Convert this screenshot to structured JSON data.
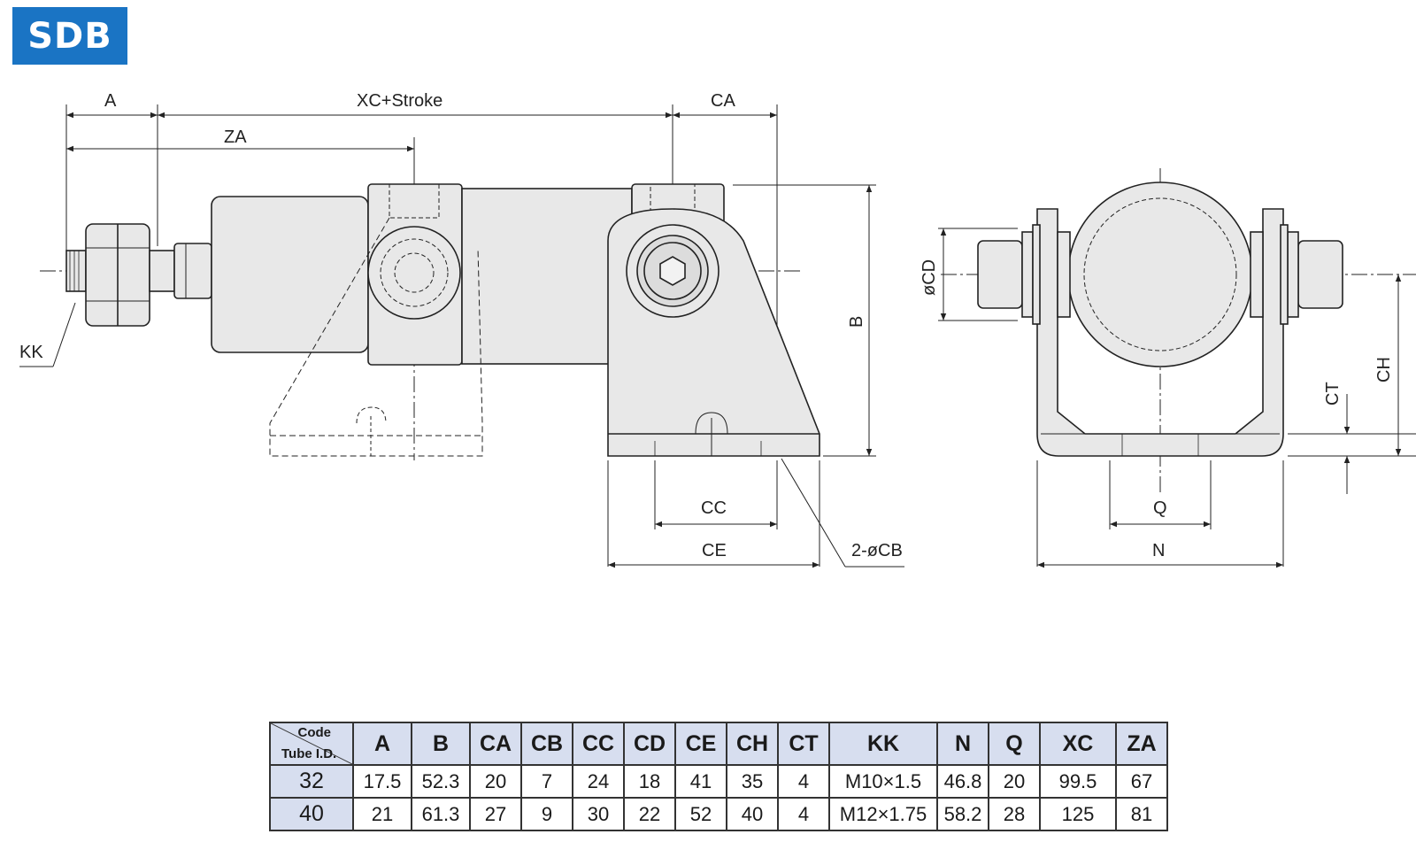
{
  "logo": {
    "text": "SDB",
    "color": "#1a74c4"
  },
  "dimensions": {
    "A": "A",
    "XC_stroke": "XC+Stroke",
    "CA": "CA",
    "ZA": "ZA",
    "KK": "KK",
    "B": "B",
    "CC": "CC",
    "CE": "CE",
    "CB": "2-øCB",
    "CD": "øCD",
    "CH": "CH",
    "CT": "CT",
    "Q": "Q",
    "N": "N"
  },
  "table": {
    "corner_top": "Code",
    "corner_bottom": "Tube I.D.",
    "header_color": "#d7deef",
    "columns": [
      "A",
      "B",
      "CA",
      "CB",
      "CC",
      "CD",
      "CE",
      "CH",
      "CT",
      "KK",
      "N",
      "Q",
      "XC",
      "ZA"
    ],
    "rows": [
      {
        "id": "32",
        "cells": [
          "17.5",
          "52.3",
          "20",
          "7",
          "24",
          "18",
          "41",
          "35",
          "4",
          "M10×1.5",
          "46.8",
          "20",
          "99.5",
          "67"
        ]
      },
      {
        "id": "40",
        "cells": [
          "21",
          "61.3",
          "27",
          "9",
          "30",
          "22",
          "52",
          "40",
          "4",
          "M12×1.75",
          "58.2",
          "28",
          "125",
          "81"
        ]
      }
    ]
  }
}
